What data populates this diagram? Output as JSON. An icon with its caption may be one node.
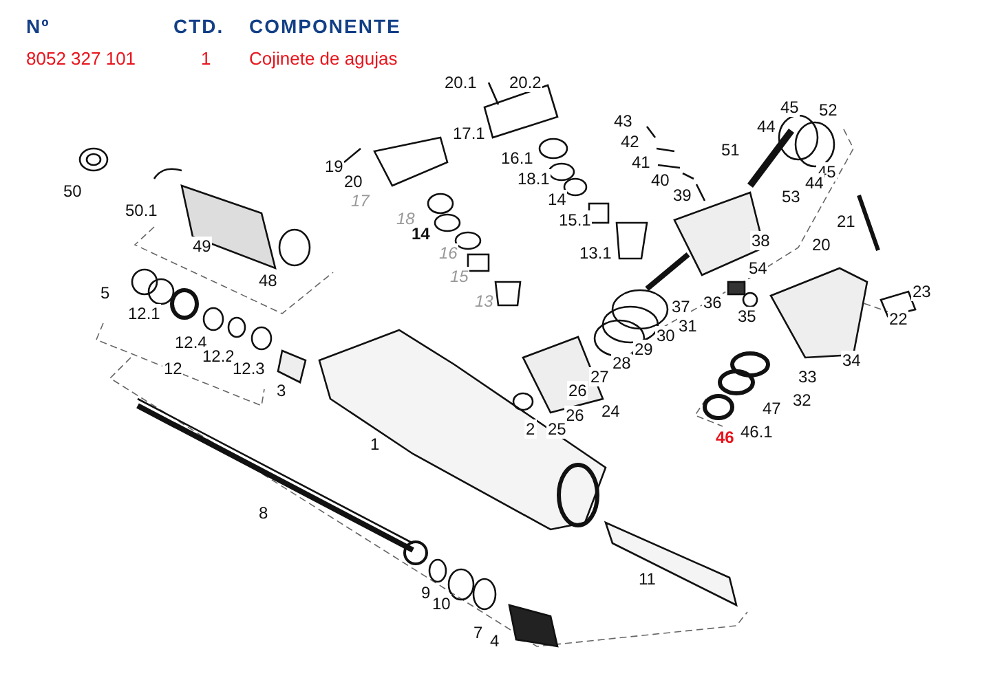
{
  "diagram": {
    "labels": [
      "Nº",
      "CTD.",
      "COMPONENTE",
      "8052 327 101",
      "1",
      "Cojinete de agujas",
      "20.1",
      "20.2",
      "17.1",
      "19",
      "20",
      "17",
      "18",
      "14",
      "16",
      "15",
      "13",
      "16.1",
      "18.1",
      "14",
      "15.1",
      "13.1",
      "43",
      "42",
      "41",
      "40",
      "39",
      "51",
      "44",
      "45",
      "52",
      "45",
      "44",
      "53",
      "21",
      "20",
      "38",
      "54",
      "36",
      "35",
      "37",
      "31",
      "30",
      "29",
      "28",
      "27",
      "26",
      "26",
      "24",
      "25",
      "2",
      "33",
      "34",
      "32",
      "47",
      "46.1",
      "46",
      "22",
      "23",
      "50",
      "50.1",
      "49",
      "48",
      "5",
      "12.1",
      "12.4",
      "12.2",
      "12.3",
      "12",
      "3",
      "1",
      "8",
      "11",
      "9",
      "10",
      "7",
      "4"
    ]
  }
}
